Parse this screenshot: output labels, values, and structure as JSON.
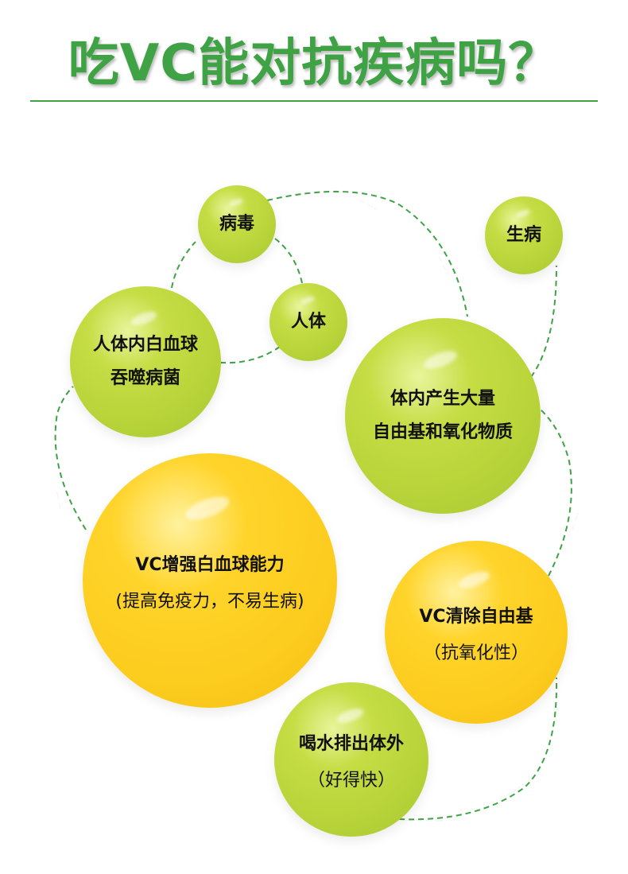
{
  "title": "吃VC能对抗疾病吗？",
  "colors": {
    "title": "#3fa244",
    "arrow": "#3fa244",
    "green_ball": "#bed83c",
    "yellow_ball": "#fdd023"
  },
  "nodes": {
    "virus": {
      "label": "病毒"
    },
    "human_body": {
      "label": "人体"
    },
    "wbc": {
      "line1": "人体内白血球",
      "line2": "吞噬病菌"
    },
    "free_radicals": {
      "line1": "体内产生大量",
      "line2": "自由基和氧化物质"
    },
    "sick": {
      "label": "生病"
    },
    "vc_wbc": {
      "label": "VC增强白血球能力",
      "sub": "(提高免疫力，不易生病)"
    },
    "vc_radical": {
      "label": "VC清除自由基",
      "sub": "（抗氧化性）"
    },
    "water": {
      "label": "喝水排出体外",
      "sub": "（好得快）"
    }
  }
}
